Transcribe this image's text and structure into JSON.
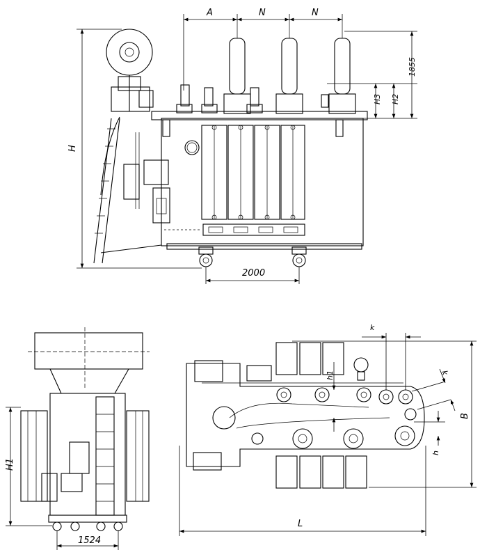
{
  "drawing": {
    "side_view": {
      "labels": {
        "A": "A",
        "N1": "N",
        "N2": "N",
        "H": "H",
        "H3": "H3",
        "H2": "H2",
        "dim_1855": "1855",
        "dim_2000": "2000"
      }
    },
    "front_view": {
      "labels": {
        "H1": "H1",
        "dim_1524": "1524"
      }
    },
    "plan_view": {
      "labels": {
        "k_top": "k",
        "k_right": "k",
        "h1": "h1",
        "h": "h",
        "B": "B",
        "L": "L"
      }
    }
  }
}
